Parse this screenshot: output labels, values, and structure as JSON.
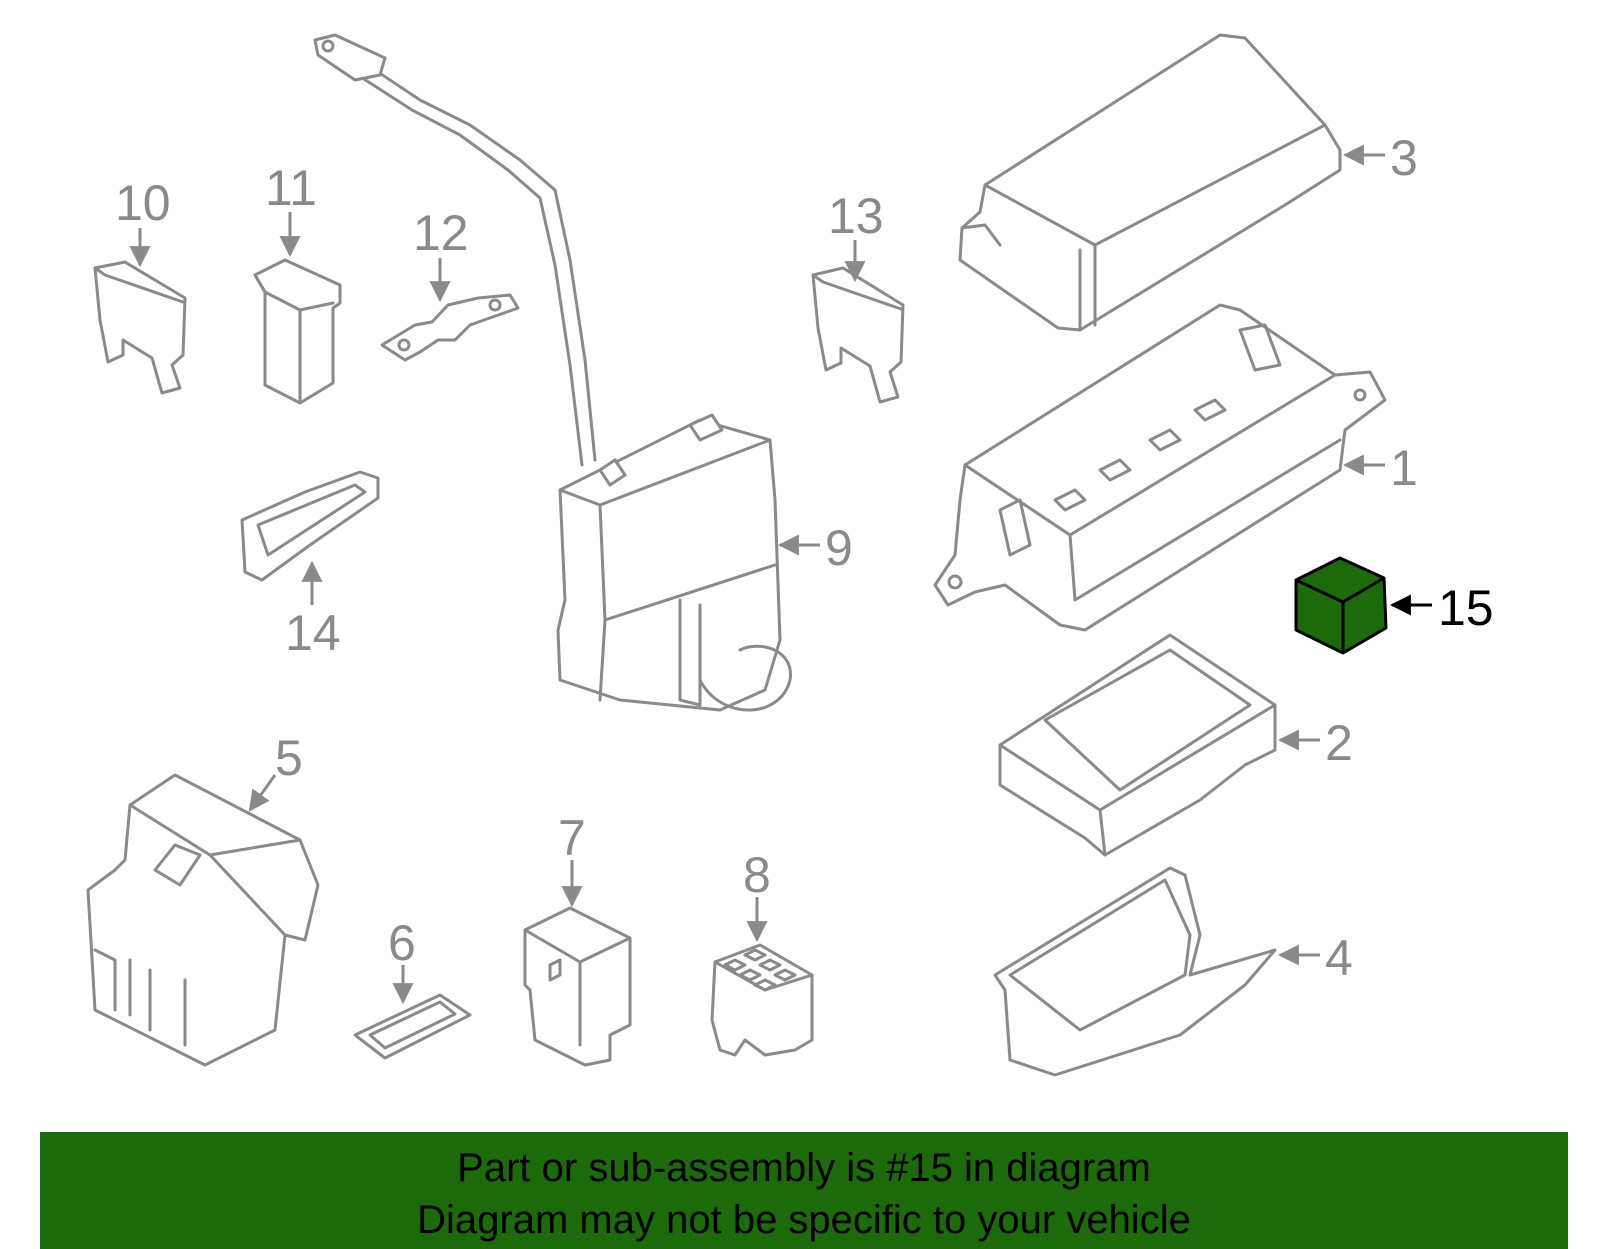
{
  "colors": {
    "highlight_part": "#1b6b0a",
    "banner_bg": "#1b6b0a",
    "outline": "#8a8a8a",
    "highlight_text": "#000000"
  },
  "callouts": {
    "c1": "1",
    "c2": "2",
    "c3": "3",
    "c4": "4",
    "c5": "5",
    "c6": "6",
    "c7": "7",
    "c8": "8",
    "c9": "9",
    "c10": "10",
    "c11": "11",
    "c12": "12",
    "c13": "13",
    "c14": "14",
    "c15": "15"
  },
  "highlighted_part": "15",
  "banner": {
    "line1": "Part or sub-assembly is #15 in diagram",
    "line2": "Diagram may not be specific to your vehicle"
  }
}
